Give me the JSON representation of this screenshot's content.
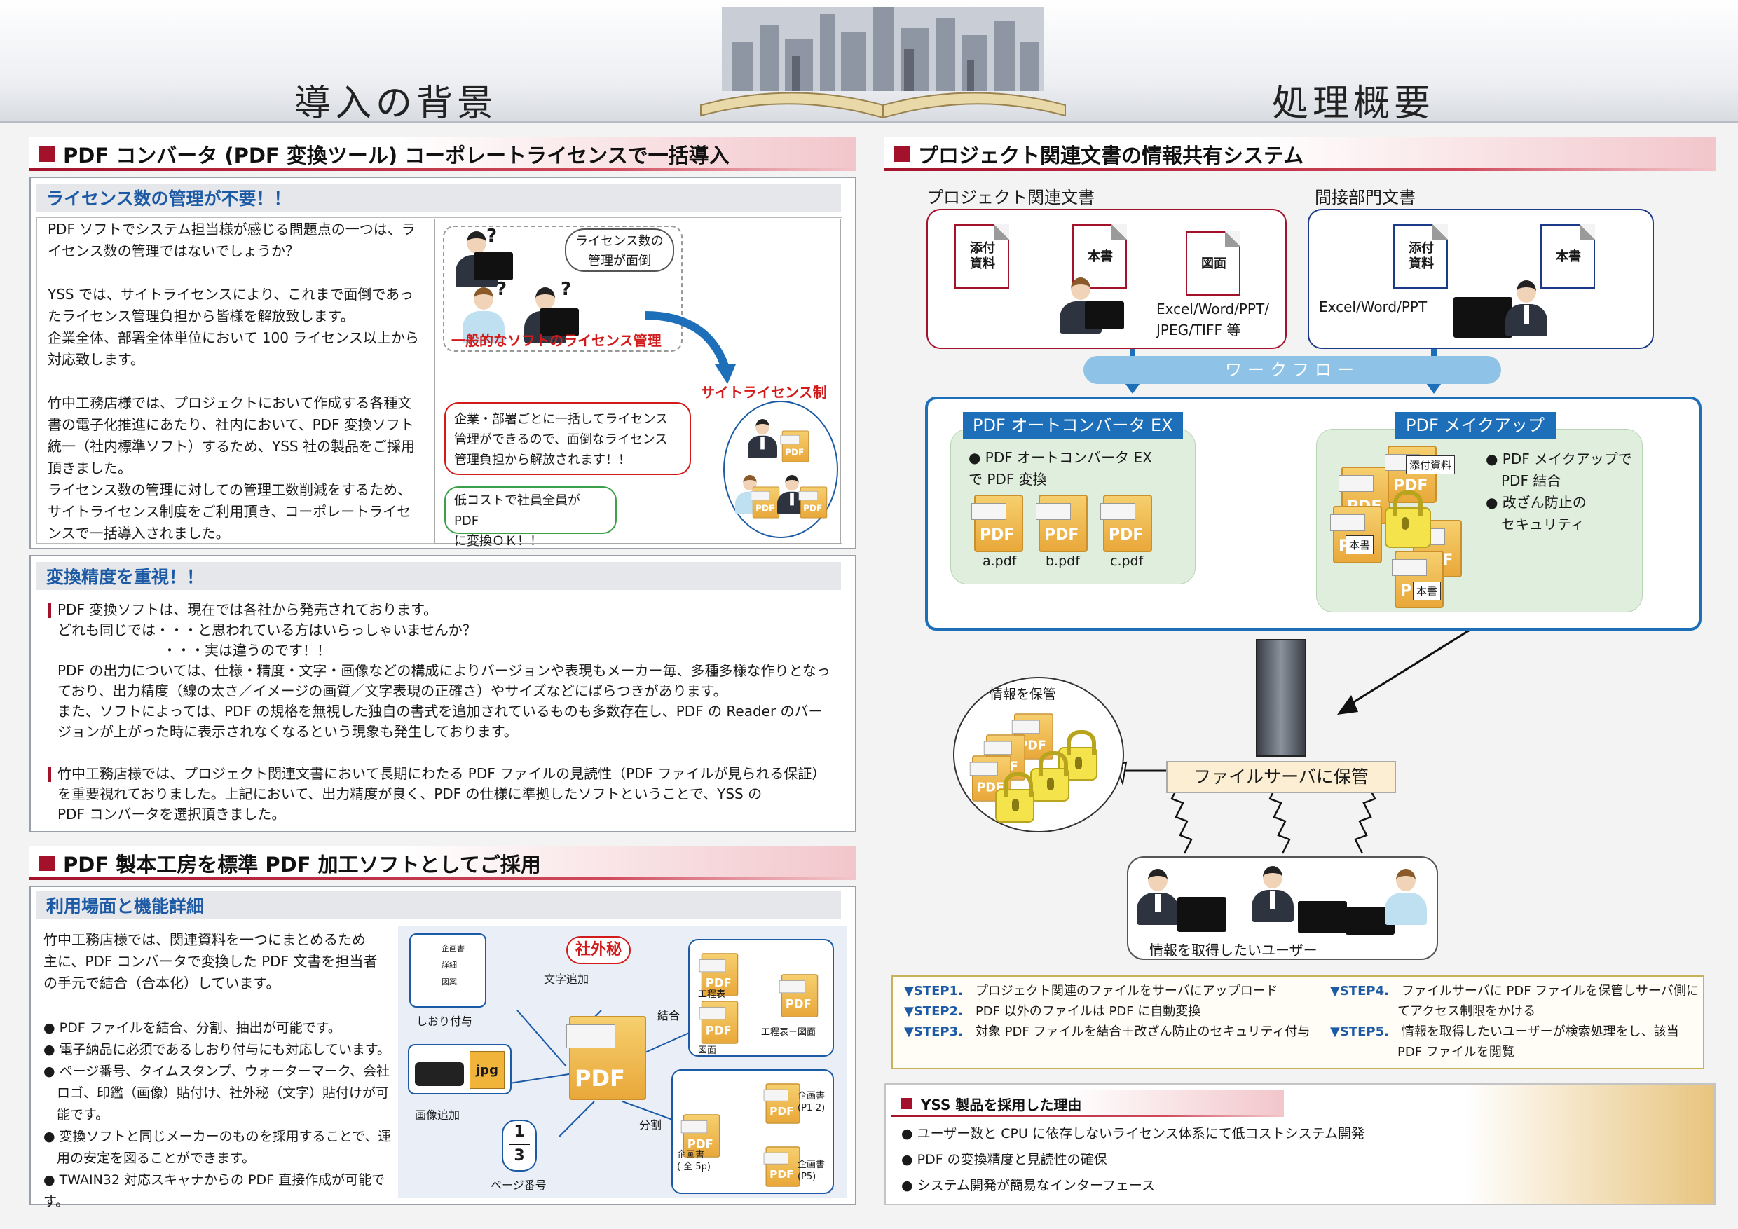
{
  "header": {
    "left_title": "導入の背景",
    "right_title": "処理概要"
  },
  "left": {
    "section1": {
      "title": "PDF コンバータ (PDF 変換ツール) コーポレートライセンスで一括導入",
      "sub1": {
        "title": "ライセンス数の管理が不要！！",
        "paragraphs": [
          "PDF ソフトでシステム担当様が感じる問題点の一つは、ラ",
          "イセンス数の管理ではないでしょうか？",
          "",
          "YSS では、サイトライセンスにより、これまで面倒であっ",
          "たライセンス管理負担から皆様を解放致します。",
          "企業全体、部署全体単位において 100 ライセンス以上から",
          "対応致します。",
          "",
          "竹中工務店様では、プロジェクトにおいて作成する各種文",
          "書の電子化推進にあたり、社内において、PDF 変換ソフト",
          "統一（社内標準ソフト）するため、YSS 社の製品をご採用",
          "頂きました。",
          "ライセンス数の管理に対しての管理工数削減をするため、",
          "サイトライセンス制度をご利用頂き、コーポレートライセ",
          "ンスで一括導入されました。"
        ],
        "diagram": {
          "bubble1": [
            "ライセンス数の",
            "管理が面倒"
          ],
          "general_label": "一般的なソフトのライセンス管理",
          "site_label": "サイトライセンス制",
          "box_red": [
            "企業・部署ごとに一括してライセンス",
            "管理ができるので、面倒なライセンス",
            "管理負担から解放されます！！"
          ],
          "box_green": [
            "低コストで社員全員が PDF",
            "に変換ＯＫ！！"
          ],
          "q": "?",
          "pdf": "PDF"
        }
      },
      "sub2": {
        "title": "変換精度を重視！！",
        "lines1": [
          "PDF 変換ソフトは、現在では各社から発売されております。",
          "どれも同じでは・・・と思われている方はいらっしゃいませんか？",
          "・・・実は違うのです！！",
          "PDF の出力については、仕様・精度・文字・画像などの構成によりバージョンや表現もメーカー毎、多種多様な作りとなっ",
          "ており、出力精度（線の太さ／イメージの画質／文字表現の正確さ）やサイズなどにばらつきがあります。",
          "また、ソフトによっては、PDF の規格を無視した独自の書式を追加されているものも多数存在し、PDF の Reader のバー",
          "ジョンが上がった時に表示されなくなるという現象も発生しております。"
        ],
        "lines2": [
          "竹中工務店様では、プロジェクト関連文書において長期にわたる PDF ファイルの見読性（PDF ファイルが見られる保証）",
          "を重要視れておりました。上記において、出力精度が良く、PDF の仕様に準拠したソフトということで、YSS の",
          "PDF コンバータを選択頂きました。"
        ]
      }
    },
    "section2": {
      "title": "PDF 製本工房を標準 PDF 加工ソフトとしてご採用",
      "sub": {
        "title": "利用場面と機能詳細",
        "intro": [
          "竹中工務店様では、関連資料を一つにまとめるため",
          "主に、PDF コンバータで変換した PDF 文書を担当者",
          "の手元で結合（合本化）しています。"
        ],
        "bullets": [
          "● PDF ファイルを結合、分割、抽出が可能です。",
          "● 電子納品に必須であるしおり付与にも対応しています。",
          "● ページ番号、タイムスタンプ、ウォーターマーク、会社",
          "　ロゴ、印鑑（画像）貼付け、社外秘（文字）貼付けが可",
          "　能です。",
          "● 変換ソフトと同じメーカーのものを採用することで、運",
          "　用の安定を図ることができます。",
          "● TWAIN32 対応スキャナからの PDF 直接作成が可能です。"
        ],
        "diagram": {
          "shagai": "社外秘",
          "moji": "文字追加",
          "shiori": "しおり付与",
          "gazou": "画像追加",
          "page": "ページ番号",
          "num_top": "1",
          "num_bottom": "3",
          "ketsugo": "結合",
          "bunkatsu": "分割",
          "koutei": "工程表",
          "zumen": "図面",
          "koutei_zumen": "工程表＋図面",
          "kikaku_all": [
            "企画書",
            "( 全 5p)"
          ],
          "kikaku_12": [
            "企画書",
            "(P1-2)"
          ],
          "kikaku_5": [
            "企画書",
            "(P5)"
          ],
          "tree": [
            "企画書",
            "詳細",
            "図案"
          ],
          "jpg": "jpg",
          "pdf": "PDF"
        }
      }
    }
  },
  "right": {
    "section1": {
      "title": "プロジェクト関連文書の情報共有システム",
      "proj_label": "プロジェクト関連文書",
      "indirect_label": "間接部門文書",
      "docs_left": [
        [
          "添付",
          "資料"
        ],
        [
          "本書"
        ],
        [
          "図面"
        ]
      ],
      "docs_right": [
        [
          "添付",
          "資料"
        ],
        [
          "本書"
        ]
      ],
      "formats_left": [
        "Excel/Word/PPT/",
        "JPEG/TIFF 等"
      ],
      "formats_right": "Excel/Word/PPT",
      "workflow": "ワークフロー",
      "converter_title": "PDF オートコンバータ EX",
      "converter_desc": [
        "● PDF オートコンバータ EX",
        "で PDF 変換"
      ],
      "pdfs": [
        "a.pdf",
        "b.pdf",
        "c.pdf"
      ],
      "makeup_title": "PDF メイクアップ",
      "makeup_desc": [
        "● PDF メイクアップで",
        "PDF 結合",
        "● 改ざん防止の",
        "セキュリティ"
      ],
      "makeup_docs": [
        "添付資料",
        "本書"
      ],
      "storage_label": "情報を保管",
      "server_label": "ファイルサーバに保管",
      "users_label": "情報を取得したいユーザー",
      "steps_left": [
        [
          "▼STEP1.",
          "プロジェクト関連のファイルをサーバにアップロード"
        ],
        [
          "▼STEP2.",
          "PDF 以外のファイルは PDF に自動変換"
        ],
        [
          "▼STEP3.",
          "対象 PDF ファイルを結合＋改ざん防止のセキュリティ付与"
        ]
      ],
      "steps_right": [
        [
          "▼STEP4.",
          "ファイルサーバに PDF ファイルを保管しサーバ側に",
          "てアクセス制限をかける"
        ],
        [
          "▼STEP5.",
          "情報を取得したいユーザーが検索処理をし、該当",
          "PDF ファイルを閲覧"
        ]
      ]
    },
    "reasons": {
      "title": "YSS 製品を採用した理由",
      "items": [
        "● ユーザー数と CPU に依存しないライセンス体系にて低コストシステム開発",
        "● PDF の変換精度と見読性の確保",
        "● システム開発が簡易なインターフェース"
      ]
    }
  },
  "colors": {
    "accent_red": "#a3122a",
    "accent_blue": "#1c5aa6",
    "workflow_blue": "#8ec2e6",
    "green_panel": "#dfeedd",
    "server_box": "#fbeed2"
  }
}
